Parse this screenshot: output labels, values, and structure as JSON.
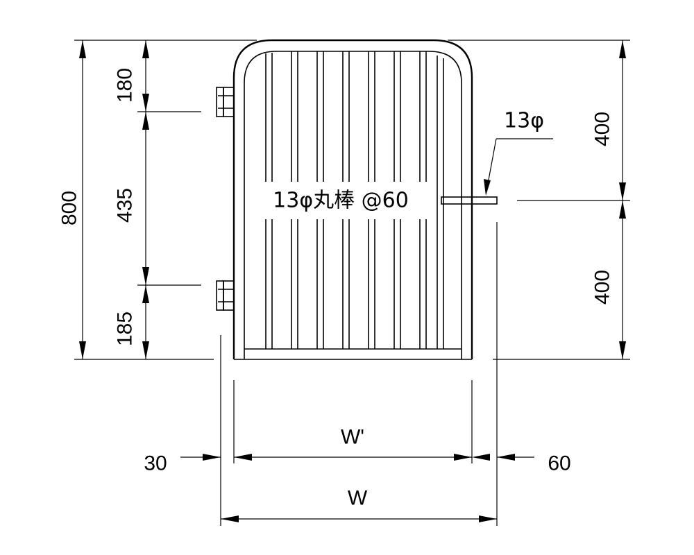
{
  "dimensions": {
    "total_height": "800",
    "top_segment": "180",
    "middle_segment": "435",
    "bottom_segment": "185",
    "right_upper": "400",
    "right_lower": "400",
    "left_offset": "30",
    "right_offset": "60",
    "inner_width": "W'",
    "outer_width": "W"
  },
  "labels": {
    "bar_spec": "13φ丸棒 @60",
    "latch_diameter": "13φ"
  }
}
